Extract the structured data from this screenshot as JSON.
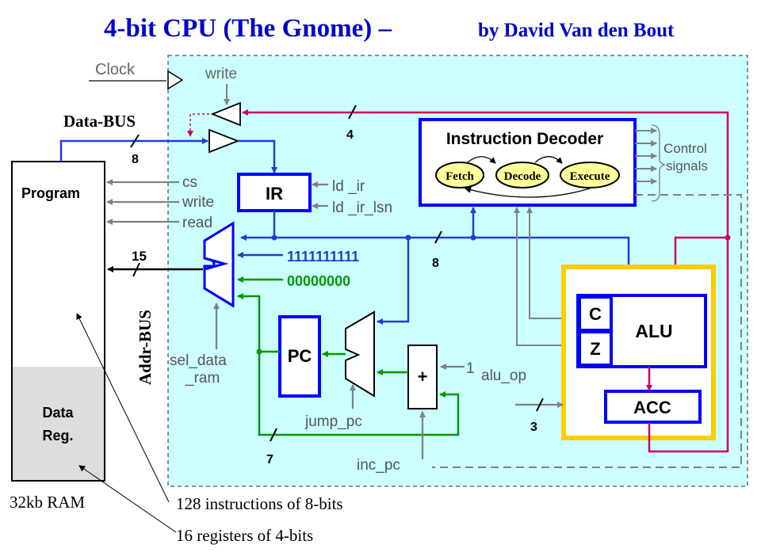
{
  "title": {
    "main": "4-bit CPU (The Gnome) –",
    "author": "by David Van den Bout"
  },
  "colors": {
    "title": "#0000cc",
    "background_panel": "#ccffff",
    "bus_blue": "#1f3fd0",
    "wire_green": "#009900",
    "wire_magenta": "#cc0066",
    "wire_gray": "#808080",
    "block_border_blue": "#0000ff",
    "alu_box_yellow": "#ffcc00",
    "fsm_state_fill": "#ffff99",
    "data_reg_fill": "#dddddd"
  },
  "left": {
    "clock": "Clock",
    "data_bus": "Data-BUS",
    "data_bus_width": "8",
    "addr_bus": "Addr-BUS",
    "addr_bus_width": "15",
    "ram_program": "Program",
    "ram_data_reg_1": "Data",
    "ram_data_reg_2": "Reg.",
    "ram_size": "32kb RAM",
    "note_instructions": "128 instructions of 8-bits",
    "note_registers": "16 registers of 4-bits"
  },
  "signals": {
    "write_top": "write",
    "bus4": "4",
    "cs": "cs",
    "write": "write",
    "read": "read",
    "ld_ir": "ld _ir",
    "ld_ir_lsn": "ld _ir_lsn",
    "ones": "1111111111",
    "zeros": "00000000",
    "bus8": "8",
    "sel_data_1": "sel_data",
    "sel_data_2": "_ram",
    "jump_pc": "jump_pc",
    "inc_pc": "inc_pc",
    "pc_width": "7",
    "adder_one": "1",
    "alu_op": "alu_op",
    "alu_op_width": "3"
  },
  "blocks": {
    "ir": "IR",
    "pc": "PC",
    "adder": "+",
    "alu": "ALU",
    "carry": "C",
    "zero": "Z",
    "acc": "ACC"
  },
  "decoder": {
    "title": "Instruction Decoder",
    "states": [
      "Fetch",
      "Decode",
      "Execute"
    ],
    "control_1": "Control",
    "control_2": "signals"
  }
}
